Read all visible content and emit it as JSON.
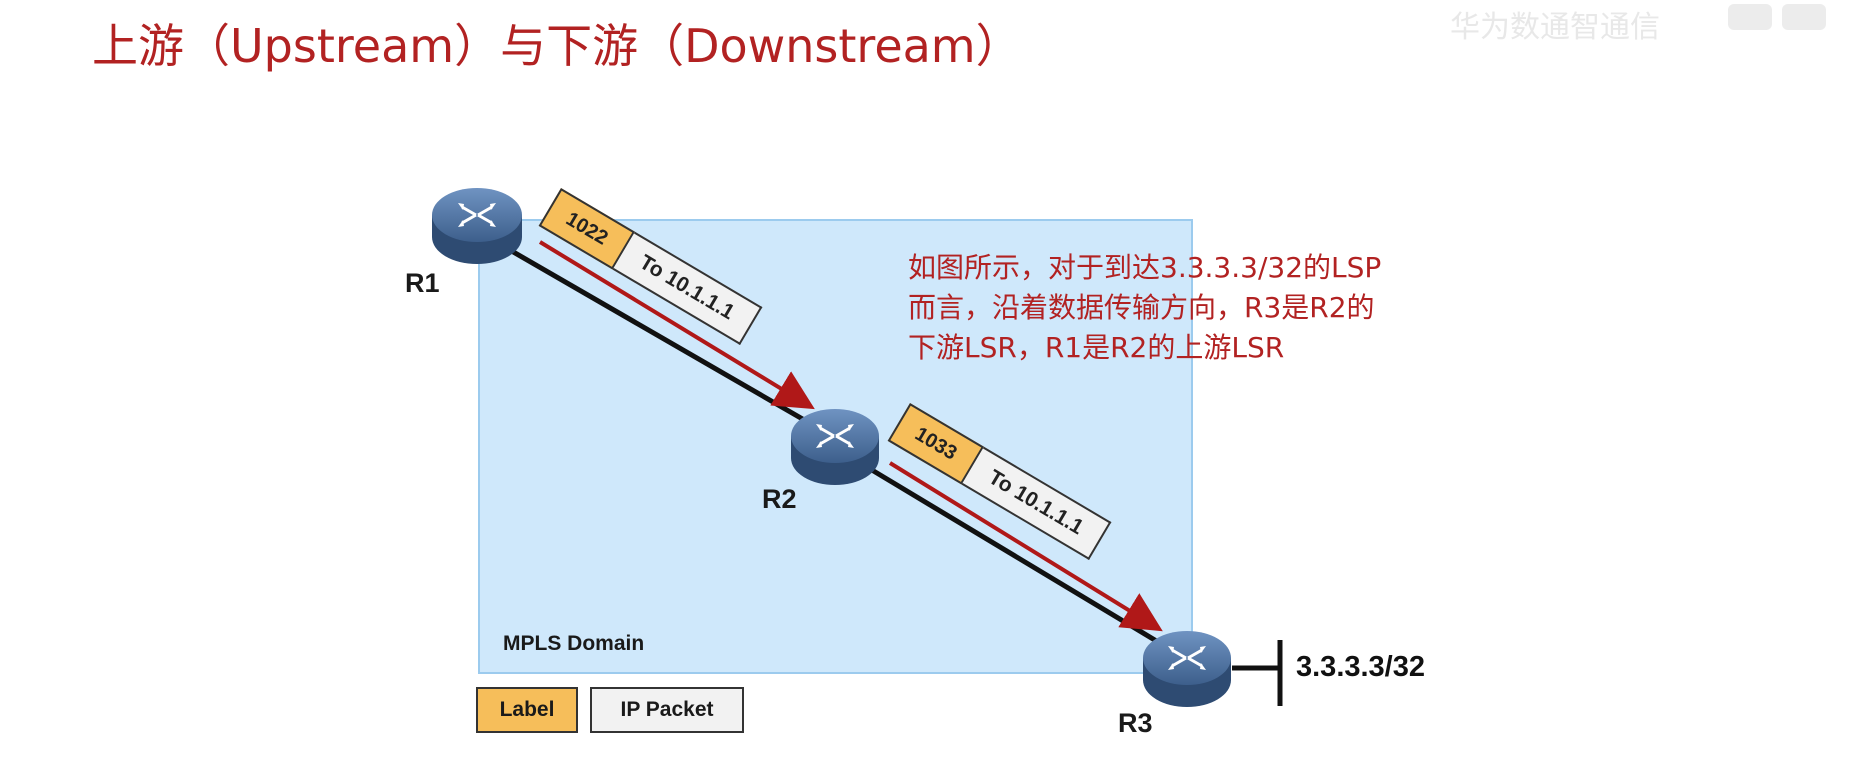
{
  "slide": {
    "title": "上游（Upstream）与下游（Downstream）",
    "watermark": "华为数通智通信",
    "domain_label": "MPLS Domain",
    "routers": [
      {
        "name": "R1"
      },
      {
        "name": "R2"
      },
      {
        "name": "R3"
      }
    ],
    "packets": [
      {
        "label": "1022",
        "ip": "To 10.1.1.1"
      },
      {
        "label": "1033",
        "ip": "To 10.1.1.1"
      }
    ],
    "annotation": {
      "lines": [
        "如图所示，对于到达3.3.3.3/32的LSP",
        "而言，沿着数据传输方向，R3是R2的",
        "下游LSR，R1是R2的上游LSR"
      ]
    },
    "destination_prefix": "3.3.3.3/32",
    "legend": {
      "label": "Label",
      "ip_packet": "IP Packet"
    },
    "colors": {
      "title": "#b22222",
      "domain_fill": "#cfe8fb",
      "label_fill": "#f6be5a",
      "arrow": "#b01818",
      "router": "#3d5f8c"
    }
  }
}
